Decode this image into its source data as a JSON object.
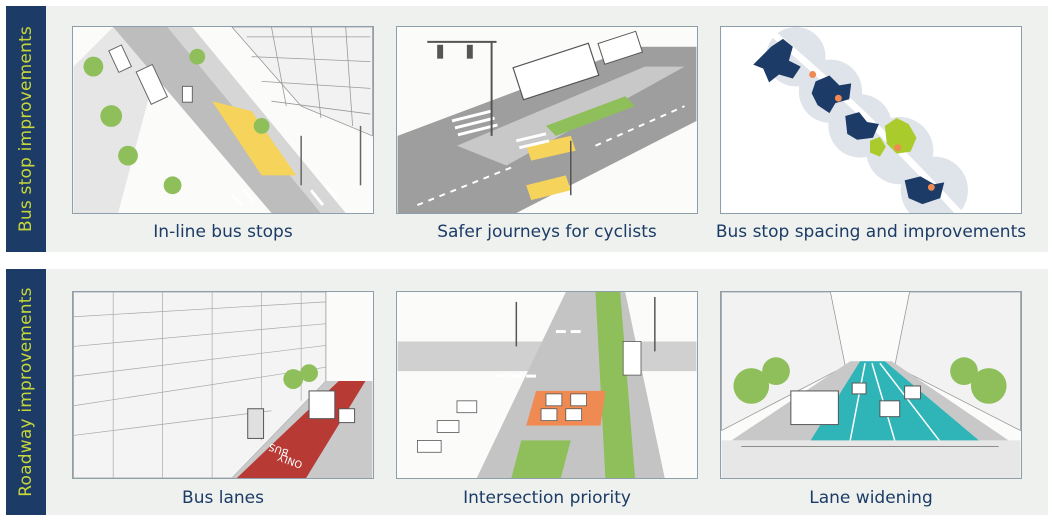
{
  "sections": [
    {
      "title": "Bus stop improvements",
      "panels": [
        {
          "caption": "In-line bus stops",
          "icon": "in-line-bus-stop-illustration"
        },
        {
          "caption": "Safer journeys for cyclists",
          "icon": "cyclist-safety-illustration"
        },
        {
          "caption": "Bus stop spacing and improvements",
          "icon": "bus-stop-spacing-map"
        }
      ]
    },
    {
      "title": "Roadway improvements",
      "panels": [
        {
          "caption": "Bus lanes",
          "icon": "bus-lane-illustration"
        },
        {
          "caption": "Intersection priority",
          "icon": "intersection-priority-illustration"
        },
        {
          "caption": "Lane widening",
          "icon": "lane-widening-illustration"
        }
      ]
    }
  ],
  "colors": {
    "sidebar_bg": "#1c3b66",
    "sidebar_text": "#c7d63a",
    "caption_text": "#1c3b66",
    "section_bg": "#eef1ee",
    "bus_lane_red": "#b73a35",
    "lane_teal": "#2fb5b8",
    "highlight_yellow": "#f6d35a",
    "highlight_orange": "#ef8a52",
    "tree_green": "#8fbf5a",
    "map_navy": "#1c3b66",
    "map_lime": "#a9cc2c"
  },
  "road_markings": {
    "bus_only_top": "BUS",
    "bus_only_bottom": "ONLY"
  }
}
